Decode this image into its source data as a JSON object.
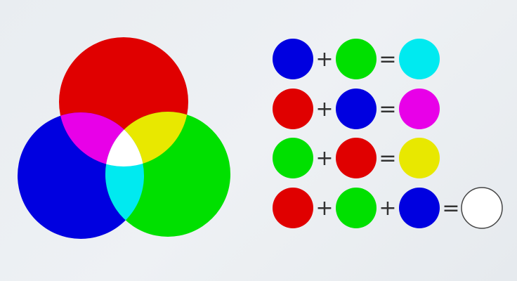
{
  "colors": {
    "red": "#e00000",
    "green": "#00e000",
    "blue": "#0000e0",
    "cyan": "#00eaf0",
    "magenta": "#e800e8",
    "yellow": "#e8e800",
    "white": "#ffffff"
  },
  "venn": {
    "circles": [
      "red",
      "blue",
      "green"
    ],
    "overlaps": {
      "red+blue": "magenta",
      "red+green": "yellow",
      "blue+green": "cyan",
      "red+green+blue": "white"
    }
  },
  "equations": [
    {
      "inputs": [
        "blue",
        "green"
      ],
      "result": "cyan"
    },
    {
      "inputs": [
        "red",
        "blue"
      ],
      "result": "magenta"
    },
    {
      "inputs": [
        "green",
        "red"
      ],
      "result": "yellow"
    },
    {
      "inputs": [
        "red",
        "green",
        "blue"
      ],
      "result": "white"
    }
  ],
  "symbols": {
    "plus": "+",
    "equals": "="
  }
}
